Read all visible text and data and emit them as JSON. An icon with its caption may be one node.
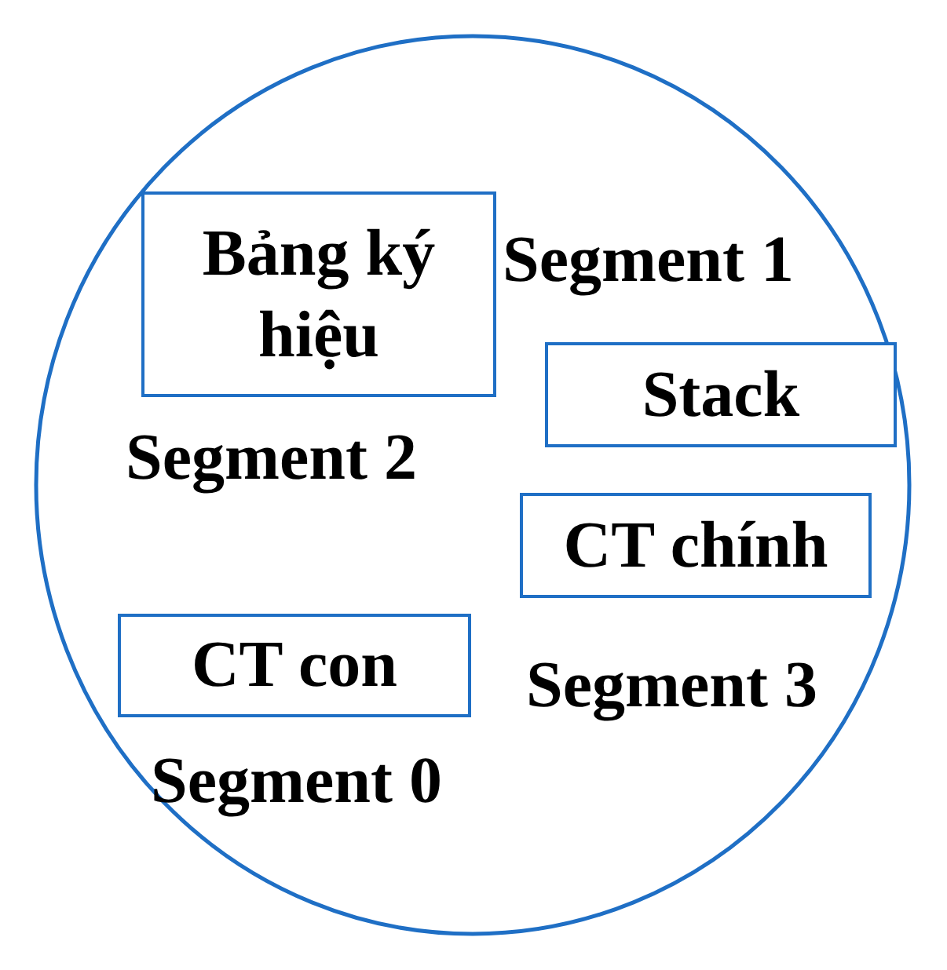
{
  "diagram": {
    "nodes": [
      {
        "text": [],
        "shape": "circle"
      },
      {
        "text": [
          "Bảng ký hiệu"
        ],
        "in": 0,
        "beside": [
          "Segment 2"
        ]
      },
      {
        "text": [
          "Stack"
        ],
        "in": 0,
        "beside": [
          "Segment 1"
        ]
      },
      {
        "text": [
          "CT chính"
        ],
        "in": 0,
        "beside": [
          "Segment 3"
        ]
      },
      {
        "text": [
          "CT con"
        ],
        "in": 0,
        "beside": [
          "Segment 0"
        ]
      }
    ],
    "edges": []
  }
}
